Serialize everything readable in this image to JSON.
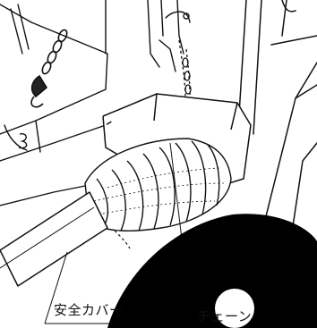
{
  "labels": {
    "safety_cover": "安全カバー",
    "chain": "チェーン"
  },
  "icons": {
    "watermark": "circle-arrow-watermark"
  },
  "colors": {
    "ink": "#111111",
    "background": "#ffffff",
    "watermark": "#000000"
  }
}
